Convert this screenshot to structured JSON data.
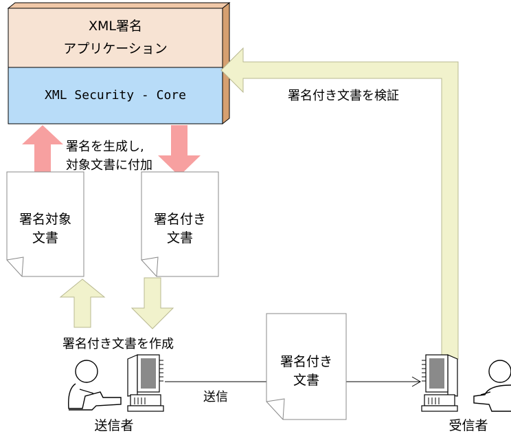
{
  "app_block": {
    "top_label_line1": "XML署名",
    "top_label_line2": "アプリケーション",
    "bottom_label": "XML Security - Core"
  },
  "labels": {
    "generate_sign_line1": "署名を生成し,",
    "generate_sign_line2": "対象文書に付加",
    "verify_signed_doc": "署名付き文書を検証",
    "create_signed_doc": "署名付き文書を作成",
    "send": "送信"
  },
  "documents": {
    "target_doc": {
      "line1": "署名対象",
      "line2": "文書"
    },
    "signed_doc": {
      "line1": "署名付き",
      "line2": "文書"
    },
    "sent_doc": {
      "line1": "署名付き",
      "line2": "文書"
    }
  },
  "actors": {
    "sender": "送信者",
    "receiver": "受信者"
  },
  "colors": {
    "app_top_fill": "#f7e3d3",
    "app_bottom_fill": "#b8dcf8",
    "app_side_fill": "#d6a070",
    "pink_arrow": "#f7a0a0",
    "yellow_arrow": "#f1f2cc"
  }
}
